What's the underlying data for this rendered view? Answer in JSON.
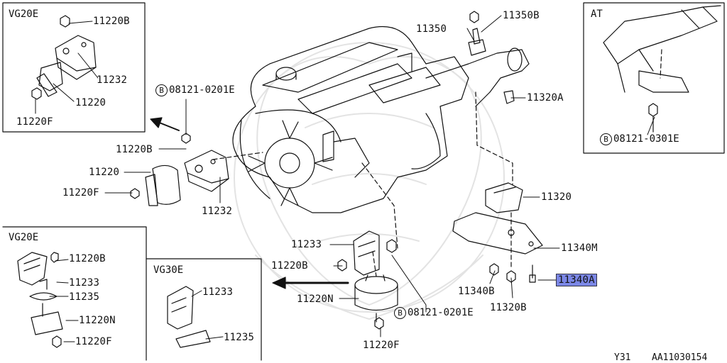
{
  "boxes": {
    "top_left": "VG20E",
    "mid_left": "VG20E",
    "vg30e": "VG30E",
    "top_right": "AT"
  },
  "labels": {
    "tl_11220B": "11220B",
    "tl_11232": "11232",
    "tl_11220": "11220",
    "tl_11220F": "11220F",
    "bolt_top": "08121-0201E",
    "c_11220B": "11220B",
    "c_11220": "11220",
    "c_11220F": "11220F",
    "c_11232": "11232",
    "ml_11220B": "11220B",
    "ml_11233": "11233",
    "ml_11235": "11235",
    "ml_11220N": "11220N",
    "ml_11220F": "11220F",
    "v30_11233": "11233",
    "v30_11235": "11235",
    "b_11233": "11233",
    "b_11220B": "11220B",
    "b_11220N": "11220N",
    "b_11220F": "11220F",
    "bolt_bottom": "08121-0201E",
    "r_11350": "11350",
    "r_11350B": "11350B",
    "r_11320A": "11320A",
    "r_11320": "11320",
    "r_11340M": "11340M",
    "r_11340A": "11340A",
    "r_11340B": "11340B",
    "r_11320B": "11320B",
    "at_bolt": "08121-0301E"
  },
  "bolt_marker": "B",
  "footer": {
    "model": "Y31",
    "code": "AA11030154"
  },
  "highlight_color": "#7b87e6"
}
